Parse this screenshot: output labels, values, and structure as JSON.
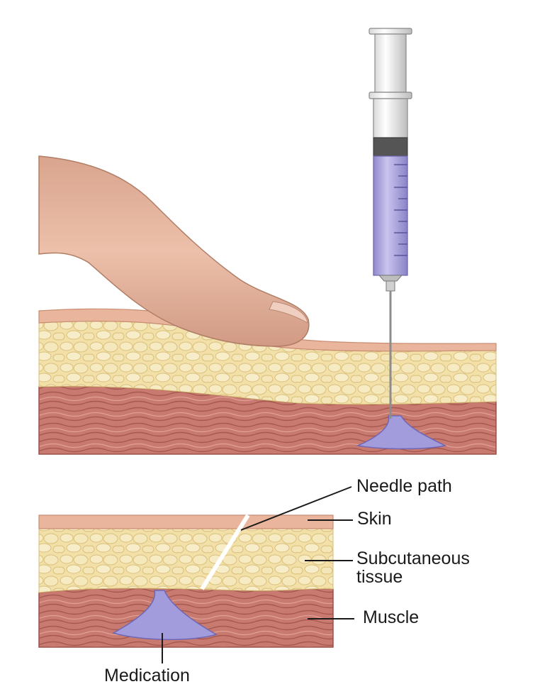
{
  "labels": {
    "needle_path": "Needle path",
    "skin": "Skin",
    "subcutaneous": "Subcutaneous",
    "tissue": "tissue",
    "muscle": "Muscle",
    "medication": "Medication"
  },
  "colors": {
    "skin": "#e8b49a",
    "fat": "#f1dfa6",
    "muscle": "#c4766c",
    "medication": "#9d95d8",
    "finger": "#e2b09b",
    "syringe_fluid": "#a9a3db"
  }
}
